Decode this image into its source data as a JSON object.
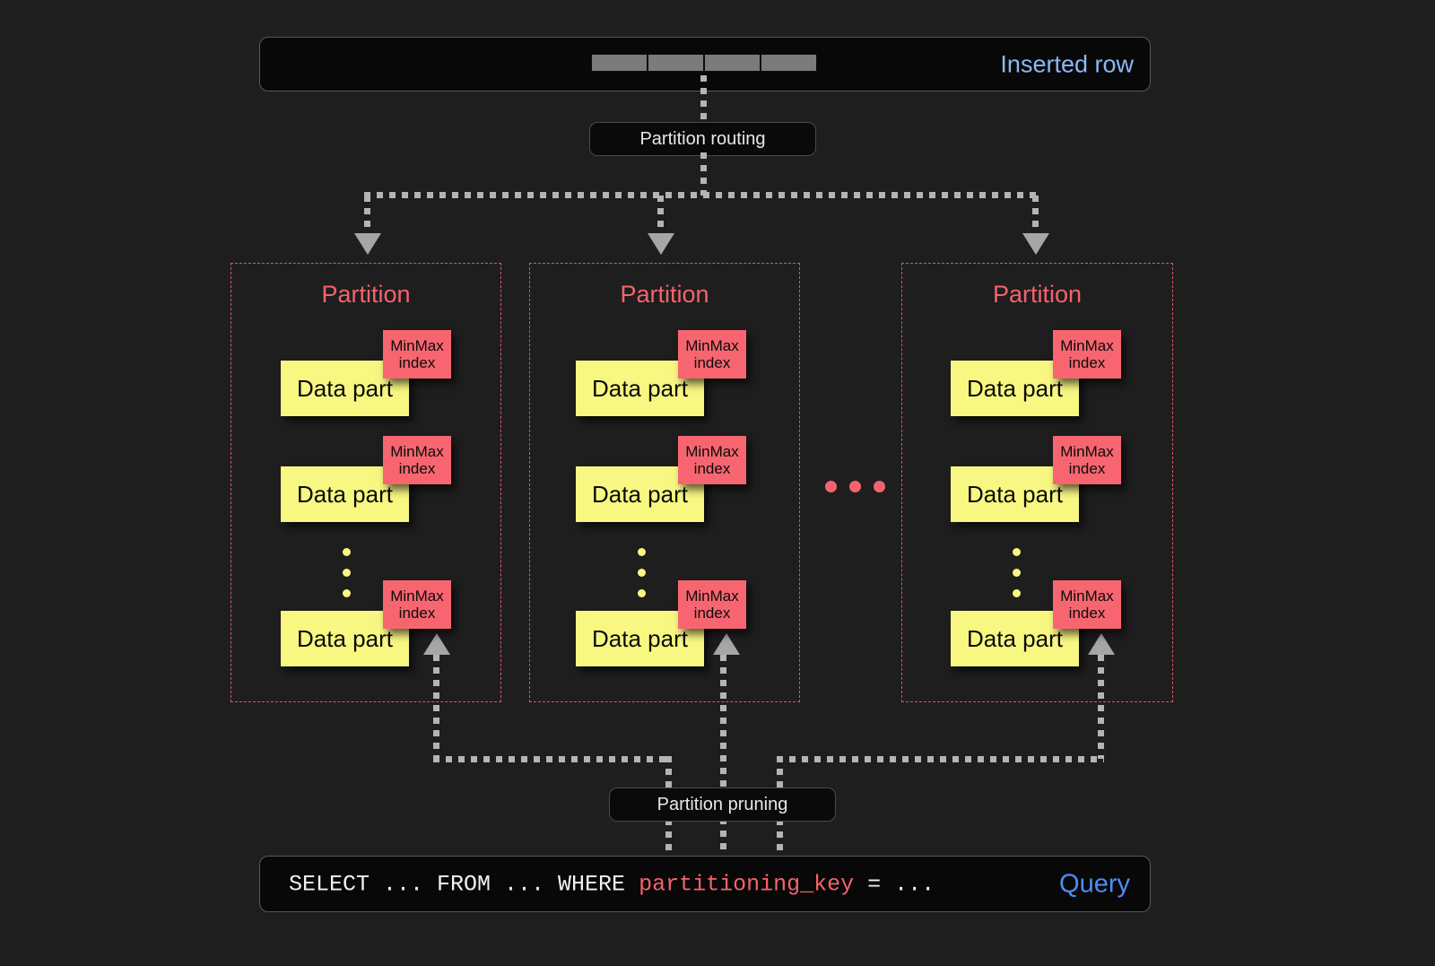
{
  "top": {
    "inserted_row_label": "Inserted row",
    "row_cell_count": 4,
    "routing_label": "Partition routing"
  },
  "bottom": {
    "pruning_label": "Partition pruning",
    "query_label": "Query",
    "query_prefix": "SELECT ... FROM ... WHERE ",
    "query_key": "partitioning_key",
    "query_suffix": " = ..."
  },
  "partitions": [
    {
      "title": "Partition",
      "parts": [
        {
          "data_part_label": "Data part",
          "index_line1": "MinMax",
          "index_line2": "index"
        },
        {
          "data_part_label": "Data part",
          "index_line1": "MinMax",
          "index_line2": "index"
        },
        {
          "data_part_label": "Data part",
          "index_line1": "MinMax",
          "index_line2": "index"
        }
      ],
      "ellipsis_dots": 3
    },
    {
      "title": "Partition",
      "parts": [
        {
          "data_part_label": "Data part",
          "index_line1": "MinMax",
          "index_line2": "index"
        },
        {
          "data_part_label": "Data part",
          "index_line1": "MinMax",
          "index_line2": "index"
        },
        {
          "data_part_label": "Data part",
          "index_line1": "MinMax",
          "index_line2": "index"
        }
      ],
      "ellipsis_dots": 3
    },
    {
      "title": "Partition",
      "parts": [
        {
          "data_part_label": "Data part",
          "index_line1": "MinMax",
          "index_line2": "index"
        },
        {
          "data_part_label": "Data part",
          "index_line1": "MinMax",
          "index_line2": "index"
        },
        {
          "data_part_label": "Data part",
          "index_line1": "MinMax",
          "index_line2": "index"
        }
      ],
      "ellipsis_dots": 3
    }
  ],
  "between_partitions_ellipsis_dots": 3,
  "colors": {
    "background": "#1e1e1e",
    "panel": "#0a0a0a",
    "accent_red": "#f4636c",
    "data_part_yellow": "#f7f782",
    "minmax_red": "#f76670",
    "inserted_row_blue": "#8ab9f5",
    "query_blue": "#4f8df8",
    "connector_gray": "#b4b4b4",
    "row_cell_gray": "#7b7b7b"
  }
}
